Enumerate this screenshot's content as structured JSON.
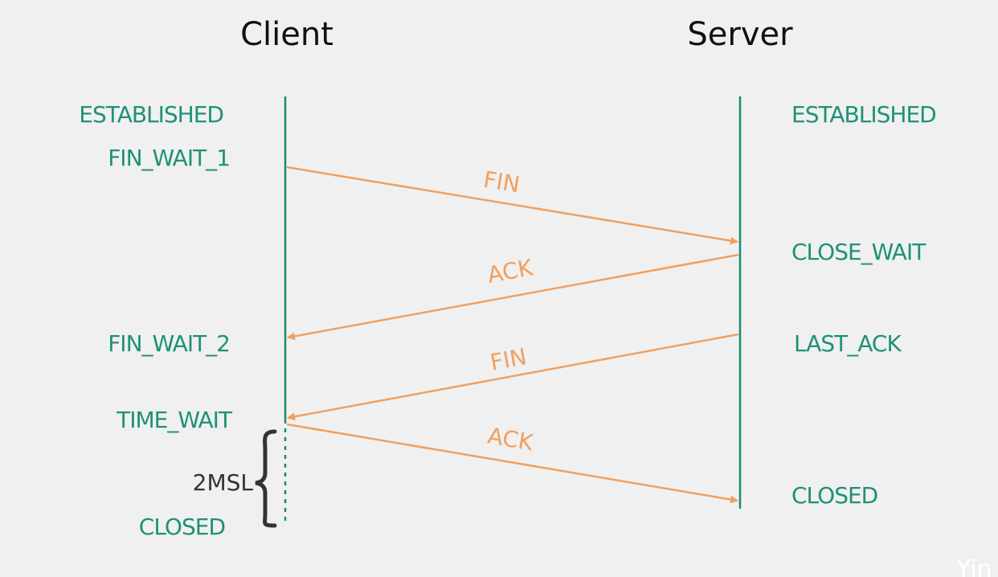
{
  "colors": {
    "background": "#f0f0f0",
    "lifeline": "#1a8a74",
    "state_text": "#1e9178",
    "message": "#f0a060",
    "header_text": "#111111",
    "duration_text": "#333333",
    "watermark": "#ffffff"
  },
  "headers": {
    "client": "Client",
    "server": "Server"
  },
  "client_states": {
    "established": "ESTABLISHED",
    "fin_wait_1": "FIN_WAIT_1",
    "fin_wait_2": "FIN_WAIT_2",
    "time_wait": "TIME_WAIT",
    "closed": "CLOSED"
  },
  "server_states": {
    "established": "ESTABLISHED",
    "close_wait": "CLOSE_WAIT",
    "last_ack": "LAST_ACK",
    "closed": "CLOSED"
  },
  "messages": {
    "fin_1": "FIN",
    "ack_1": "ACK",
    "fin_2": "FIN",
    "ack_2": "ACK"
  },
  "time_wait_duration": {
    "label": "2MSL",
    "icon": "curly-brace-icon"
  },
  "watermark": "Yin"
}
